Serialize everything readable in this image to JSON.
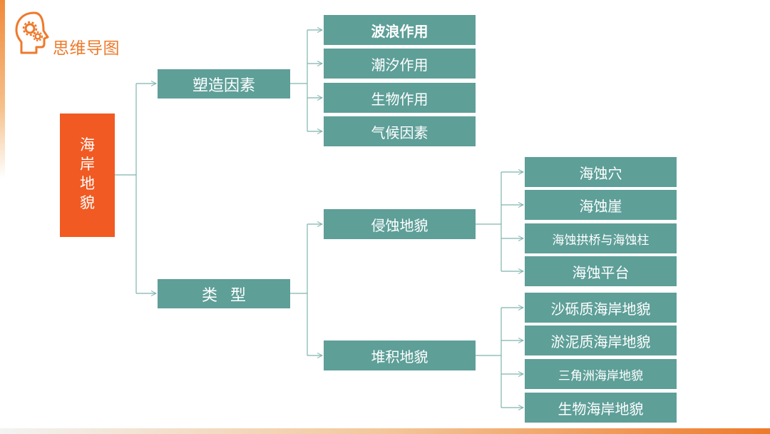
{
  "logo": {
    "title": "思维导图",
    "icon": "head-gears-icon"
  },
  "colors": {
    "accent": "#ee7a2b",
    "root_fill": "#f15a22",
    "node_fill": "#5e9f98",
    "connector": "#7fb3ad"
  },
  "root": {
    "label": "海岸地貌",
    "chars": [
      "海",
      "岸",
      "地",
      "貌"
    ]
  },
  "level1": [
    {
      "label": "塑造因素",
      "children": [
        {
          "label": "波浪作用"
        },
        {
          "label": "潮汐作用"
        },
        {
          "label": "生物作用"
        },
        {
          "label": "气候因素"
        }
      ]
    },
    {
      "label": "类型",
      "children": [
        {
          "label": "侵蚀地貌",
          "children": [
            "海蚀穴",
            "海蚀崖",
            "海蚀拱桥与海蚀柱",
            "海蚀平台"
          ]
        },
        {
          "label": "堆积地貌",
          "children": [
            "沙砾质海岸地貌",
            "淤泥质海岸地貌",
            "三角洲海岸地貌",
            "生物海岸地貌"
          ]
        }
      ]
    }
  ]
}
